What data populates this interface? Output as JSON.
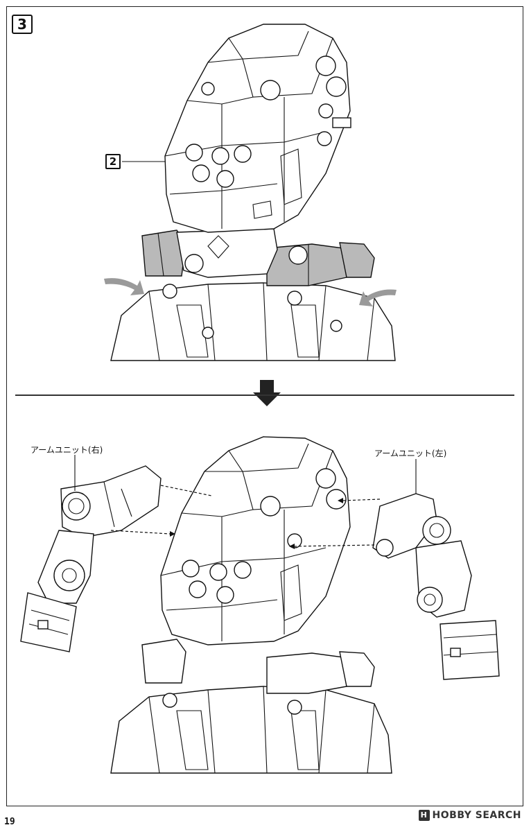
{
  "step": {
    "number": "3"
  },
  "callout": {
    "part_number": "2"
  },
  "labels": {
    "arm_unit_right": "アームユニット(右)",
    "arm_unit_left": "アームユニット(左)"
  },
  "footer": {
    "page_number": "19",
    "watermark_text": "HOBBY SEARCH",
    "watermark_mark": "H"
  },
  "icons": {
    "step_arrow": "down-arrow-icon",
    "push_arrows": "curved-arrow-icon"
  },
  "colors": {
    "line": "#111111",
    "shade": "#b9b9b9"
  }
}
